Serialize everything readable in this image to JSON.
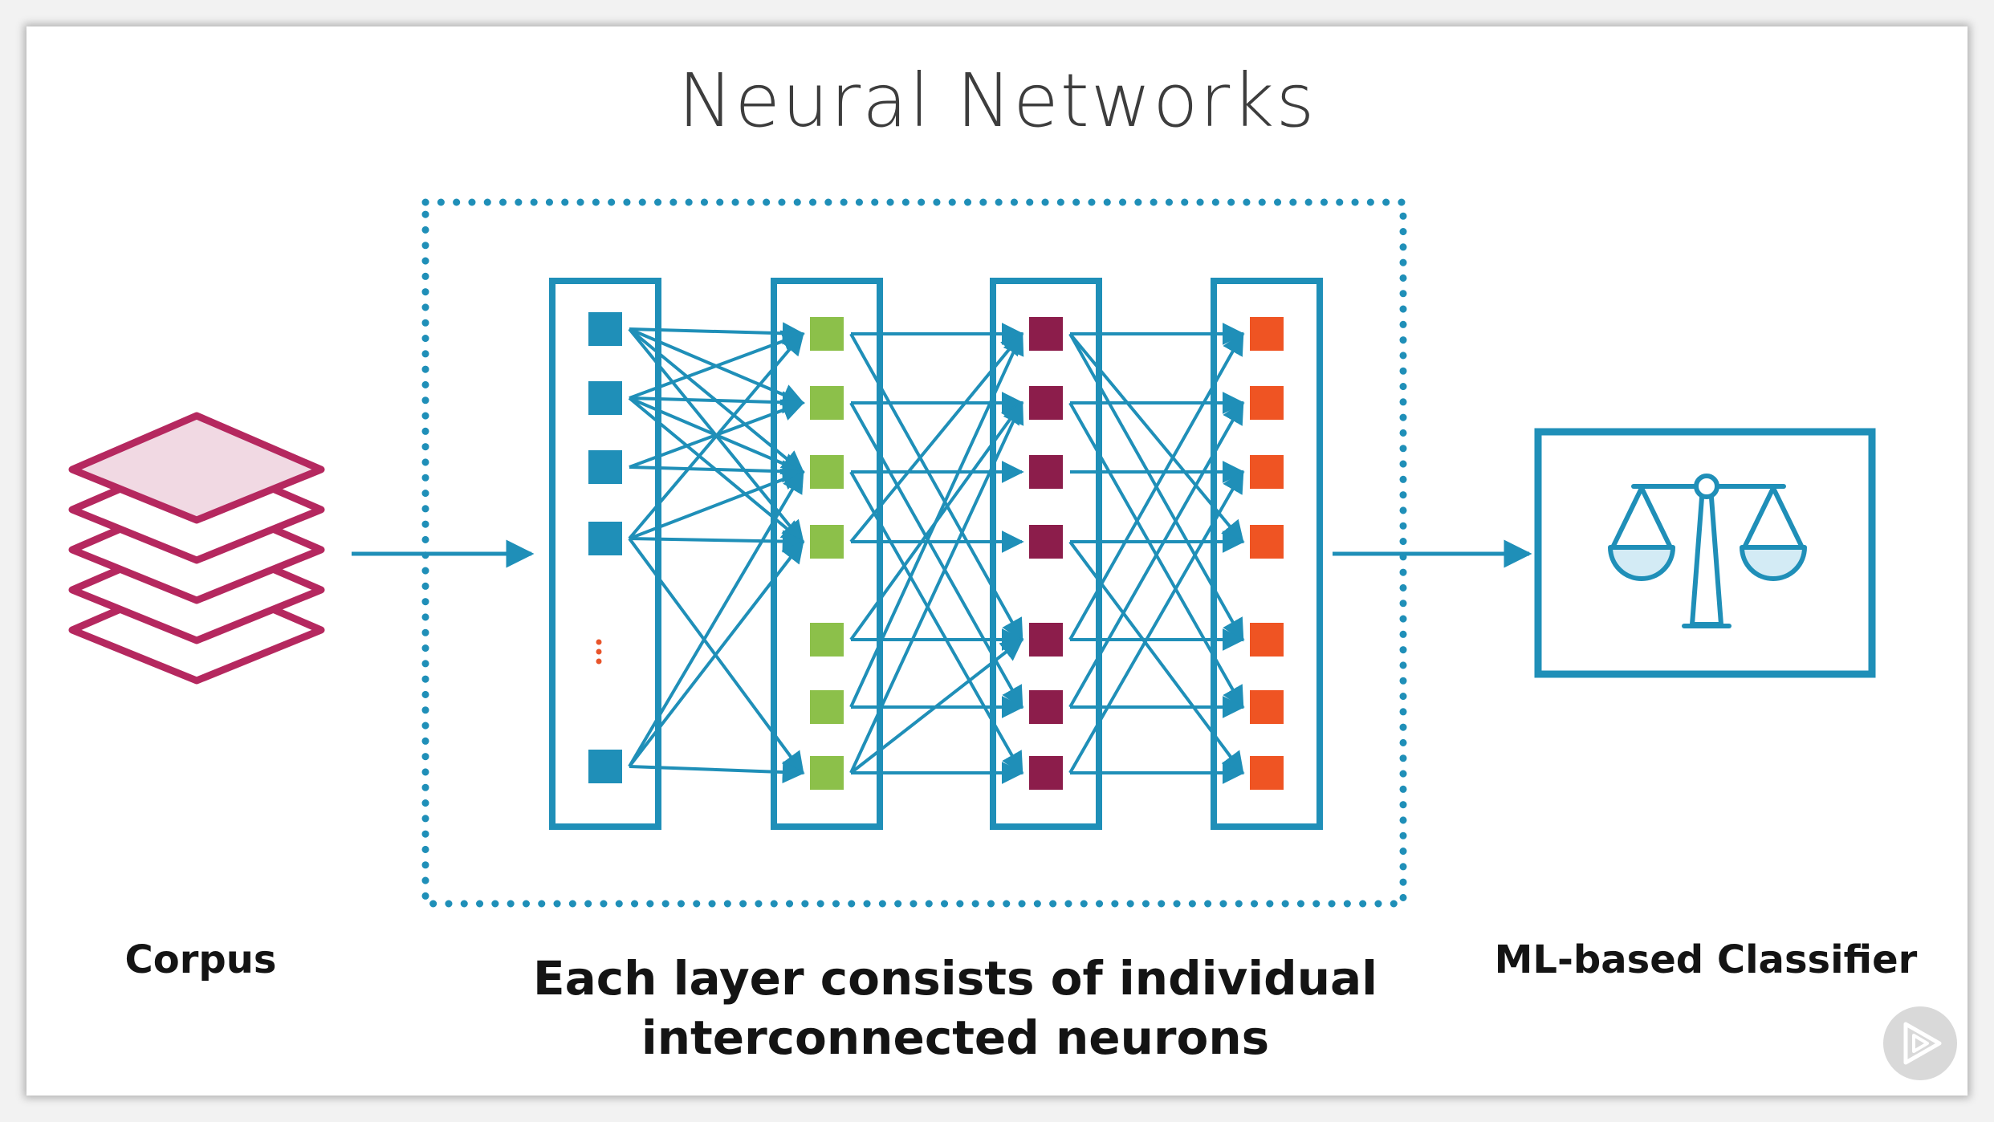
{
  "title": "Neural Networks",
  "labels": {
    "corpus": "Corpus",
    "classifier": "ML-based Classifier",
    "caption_line1": "Each layer consists of individual",
    "caption_line2": "interconnected neurons"
  },
  "network": {
    "layers": [
      {
        "color": "#1f8fb8",
        "neurons": 6,
        "ellipsis": true,
        "ellipsis_color": "#e8542a"
      },
      {
        "color": "#8cc04a",
        "neurons": 7
      },
      {
        "color": "#8c1d4b",
        "neurons": 7
      },
      {
        "color": "#ef5423",
        "neurons": 7
      }
    ],
    "connections": [
      [
        [
          0,
          0
        ],
        [
          0,
          1
        ],
        [
          0,
          2
        ],
        [
          0,
          3
        ],
        [
          1,
          0
        ],
        [
          1,
          1
        ],
        [
          1,
          2
        ],
        [
          1,
          3
        ],
        [
          2,
          1
        ],
        [
          2,
          2
        ],
        [
          3,
          0
        ],
        [
          3,
          2
        ],
        [
          3,
          3
        ],
        [
          3,
          6
        ],
        [
          5,
          2
        ],
        [
          5,
          3
        ],
        [
          5,
          6
        ]
      ],
      [
        [
          0,
          0
        ],
        [
          0,
          4
        ],
        [
          1,
          1
        ],
        [
          1,
          5
        ],
        [
          2,
          2
        ],
        [
          2,
          6
        ],
        [
          3,
          0
        ],
        [
          3,
          3
        ],
        [
          4,
          1
        ],
        [
          4,
          4
        ],
        [
          5,
          0
        ],
        [
          5,
          5
        ],
        [
          6,
          1
        ],
        [
          6,
          4
        ],
        [
          6,
          6
        ]
      ],
      [
        [
          0,
          0
        ],
        [
          0,
          3
        ],
        [
          0,
          4
        ],
        [
          1,
          1
        ],
        [
          1,
          5
        ],
        [
          2,
          2
        ],
        [
          3,
          3
        ],
        [
          3,
          6
        ],
        [
          4,
          0
        ],
        [
          4,
          4
        ],
        [
          5,
          1
        ],
        [
          5,
          5
        ],
        [
          6,
          2
        ],
        [
          6,
          6
        ]
      ]
    ]
  },
  "colors": {
    "accent": "#1f8fb8",
    "corpus": "#b5285f",
    "corpus_fill": "#f1d9e3",
    "scale_fill": "#d3ebf5"
  },
  "icons": {
    "corpus": "stacked-layers-icon",
    "classifier": "balance-scale-icon",
    "play": "play-logo-icon"
  }
}
